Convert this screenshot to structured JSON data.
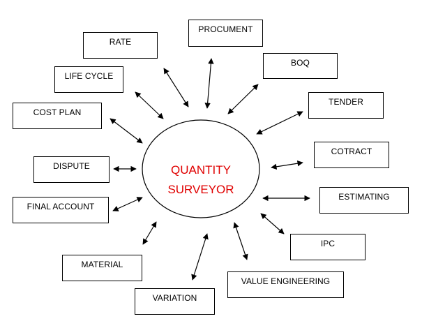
{
  "center": {
    "line1": "QUANTITY",
    "line2": "SURVEYOR",
    "color": "#e00000"
  },
  "nodes": {
    "procument": "PROCUMENT",
    "rate": "RATE",
    "boq": "BOQ",
    "life_cycle": "LIFE CYCLE",
    "tender": "TENDER",
    "cost_plan": "COST PLAN",
    "cotract": "COTRACT",
    "dispute": "DISPUTE",
    "estimating": "ESTIMATING",
    "final_account": "FINAL ACCOUNT",
    "ipc": "IPC",
    "material": "MATERIAL",
    "value_engineering": "VALUE ENGINEERING",
    "variation": "VARIATION"
  },
  "style": {
    "line_color": "#000000",
    "box_border": "#000000",
    "arrow": "double-headed"
  }
}
